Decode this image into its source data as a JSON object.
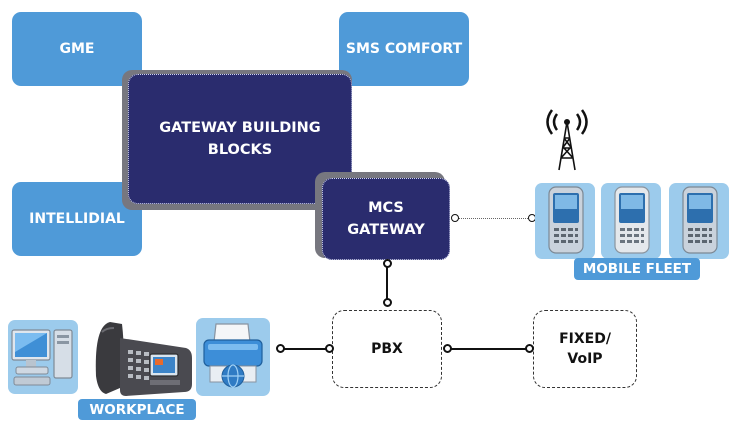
{
  "nodes": {
    "gme": "GME",
    "sms_comfort": "SMS COMFORT",
    "intellidial": "INTELLIDIAL",
    "gateway_building_blocks": [
      "GATEWAY BUILDING",
      "BLOCKS"
    ],
    "mcs_gateway": [
      "MCS",
      "GATEWAY"
    ],
    "pbx": "PBX",
    "fixed_voip": [
      "FIXED/",
      "VoIP"
    ]
  },
  "group_labels": {
    "mobile_fleet": "MOBILE FLEET",
    "workplace": "WORKPLACE"
  },
  "icons": {
    "antenna": "radio-tower-icon",
    "phones": [
      "pda-phone-icon",
      "pda-phone-icon",
      "pda-phone-icon"
    ],
    "workplace": [
      "desktop-computer-icon",
      "desk-phone-icon",
      "printer-icon"
    ]
  },
  "colors": {
    "light_box": "#4f9ad8",
    "dark_box": "#2a2c6e",
    "line": "#111111",
    "tile": "#9ccbec"
  }
}
